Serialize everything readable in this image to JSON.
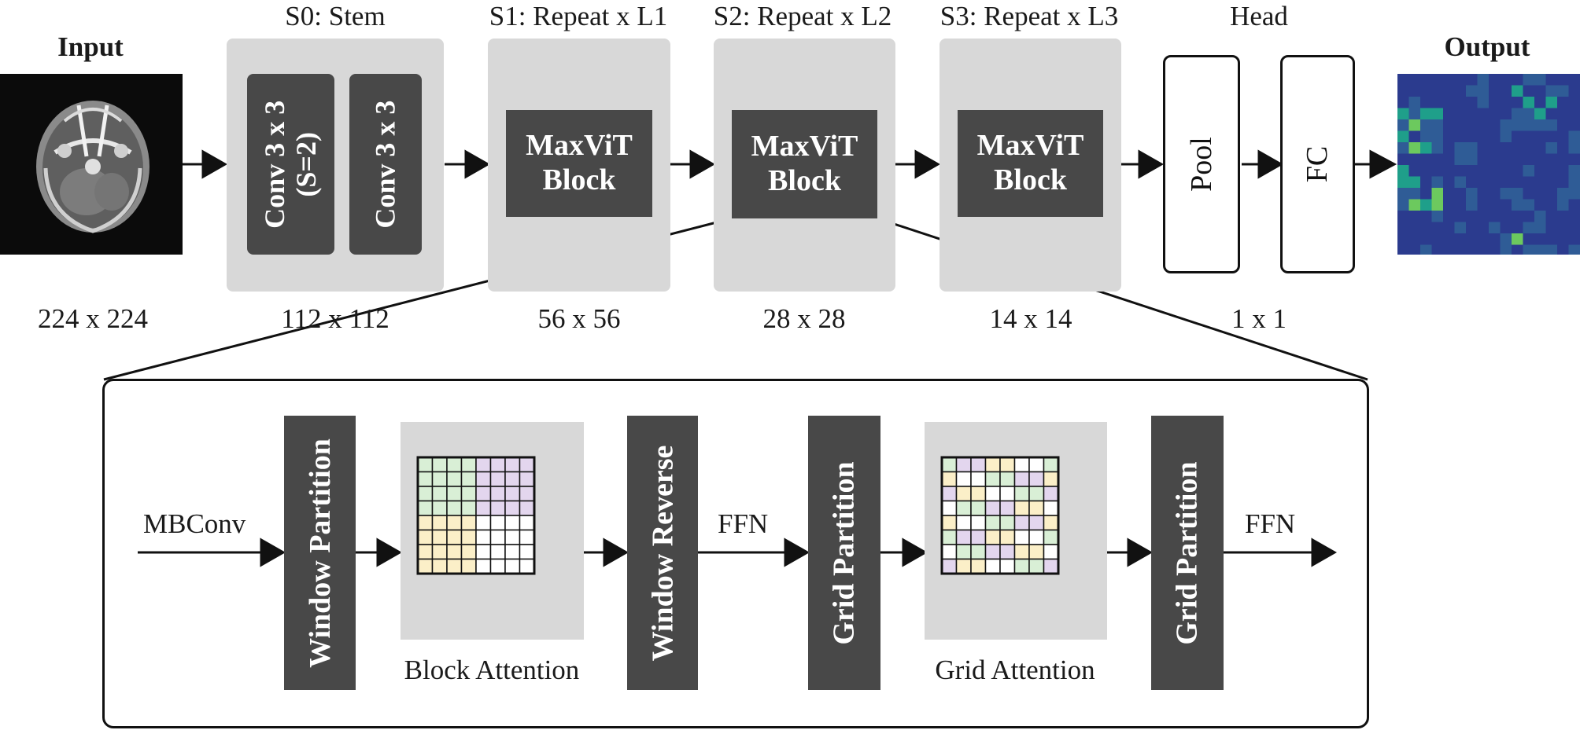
{
  "input": {
    "title": "Input",
    "resolution": "224 x 224"
  },
  "output": {
    "title": "Output",
    "resolution": "1 x 1"
  },
  "stages": {
    "stem": {
      "title": "S0: Stem",
      "resolution": "112 x 112",
      "conv1": "Conv 3 x 3",
      "conv1_sub": "(S=2)",
      "conv2": "Conv 3 x 3"
    },
    "s1": {
      "title": "S1: Repeat x L1",
      "resolution": "56 x 56",
      "block_line1": "MaxViT",
      "block_line2": "Block"
    },
    "s2": {
      "title": "S2: Repeat x L2",
      "resolution": "28 x 28",
      "block_line1": "MaxViT",
      "block_line2": "Block"
    },
    "s3": {
      "title": "S3: Repeat x L3",
      "resolution": "14 x 14",
      "block_line1": "MaxViT",
      "block_line2": "Block"
    },
    "head": {
      "title": "Head",
      "pool": "Pool",
      "fc": "FC"
    }
  },
  "detail": {
    "mbconv": "MBConv",
    "window_partition": "Window Partition",
    "block_attention": "Block Attention",
    "window_reverse": "Window Reverse",
    "ffn_1": "FFN",
    "grid_partition_1": "Grid Partition",
    "grid_attention": "Grid Attention",
    "grid_partition_2": "Grid Partition",
    "ffn_2": "FFN"
  },
  "colors": {
    "dark_block": "#484848",
    "stage_bg": "#d8d8d8",
    "cell_green": "#d9efd6",
    "cell_purple": "#e3d6ee",
    "cell_yellow": "#fbefc8",
    "heatmap_low": "#2b3b8e",
    "heatmap_mid": "#1f9f8a",
    "heatmap_high": "#e6e43a"
  }
}
